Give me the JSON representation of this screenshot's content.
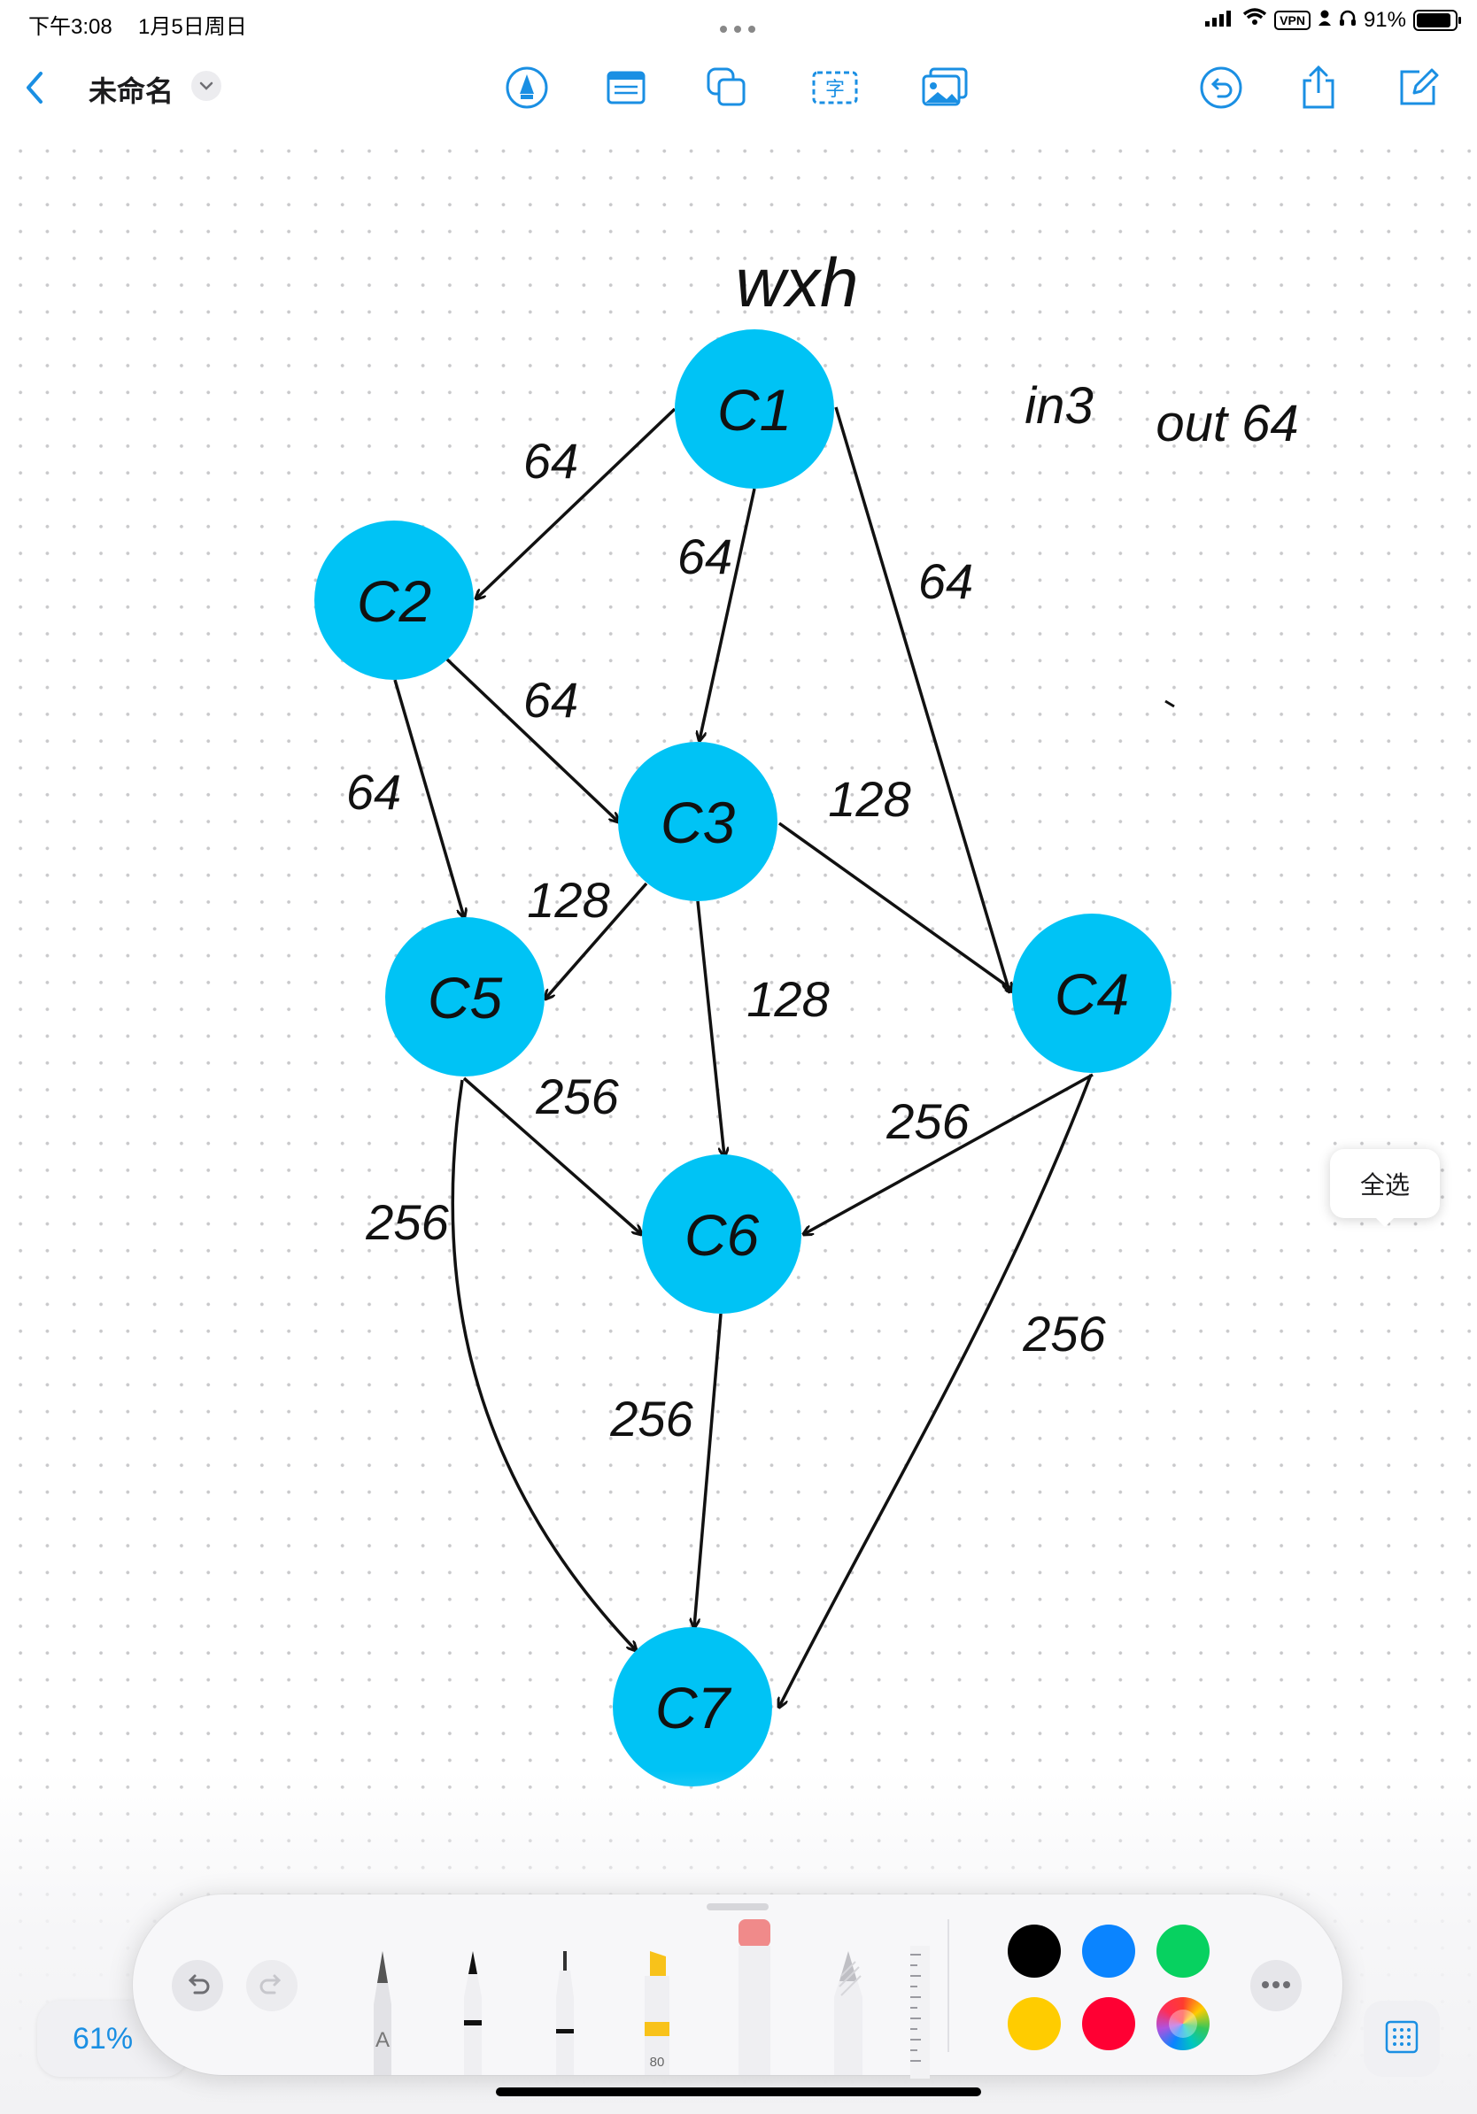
{
  "status_bar": {
    "time": "下午3:08",
    "date": "1月5日周日",
    "vpn": "VPN",
    "battery": "91%"
  },
  "toolbar": {
    "title": "未命名",
    "icons": [
      "back-chevron-icon",
      "pen-circle-icon",
      "text-box-icon",
      "shapes-icon",
      "text-insert-icon",
      "image-icon",
      "undo-circle-icon",
      "share-icon",
      "compose-icon"
    ]
  },
  "canvas": {
    "nodes": [
      {
        "id": "c1",
        "label": "C1"
      },
      {
        "id": "c2",
        "label": "C2"
      },
      {
        "id": "c3",
        "label": "C3"
      },
      {
        "id": "c4",
        "label": "C4"
      },
      {
        "id": "c5",
        "label": "C5"
      },
      {
        "id": "c6",
        "label": "C6"
      },
      {
        "id": "c7",
        "label": "C7"
      }
    ],
    "edges": [
      {
        "from": "C1",
        "to": "C2",
        "label": "64"
      },
      {
        "from": "C1",
        "to": "C3",
        "label": "64"
      },
      {
        "from": "C1",
        "to": "C4",
        "label": "64"
      },
      {
        "from": "C2",
        "to": "C3",
        "label": "64"
      },
      {
        "from": "C2",
        "to": "C5",
        "label": "64"
      },
      {
        "from": "C3",
        "to": "C4",
        "label": "128"
      },
      {
        "from": "C3",
        "to": "C5",
        "label": "128"
      },
      {
        "from": "C3",
        "to": "C6",
        "label": "128"
      },
      {
        "from": "C5",
        "to": "C6",
        "label": "256"
      },
      {
        "from": "C4",
        "to": "C6",
        "label": "256"
      },
      {
        "from": "C5",
        "to": "C7",
        "label": "256"
      },
      {
        "from": "C6",
        "to": "C7",
        "label": "256"
      },
      {
        "from": "C4",
        "to": "C7",
        "label": "256"
      }
    ],
    "annotations": {
      "top": "wxh",
      "input": "in3",
      "output": "out 64"
    },
    "node_color": "#00c3f5",
    "edge_color": "#111111"
  },
  "popup": {
    "select_all": "全选"
  },
  "bottom_bar": {
    "zoom": "61%",
    "highlighter_width": "80",
    "marker_letter": "A"
  },
  "palette": {
    "colors": [
      "#000000",
      "#0a84ff",
      "#07d160",
      "#ffcc00",
      "#ff0033",
      "rainbow"
    ]
  }
}
